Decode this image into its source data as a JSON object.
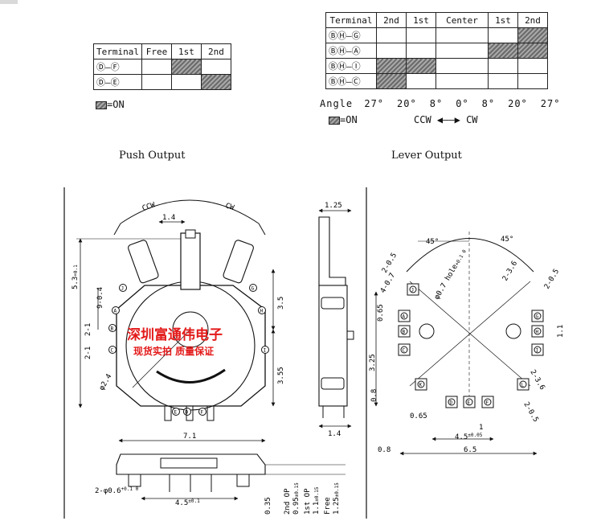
{
  "push_table": {
    "headers": [
      "Terminal",
      "Free",
      "1st",
      "2nd"
    ],
    "rows": [
      {
        "terminal": "Ⓓ—Ⓕ",
        "cells": [
          false,
          true,
          false
        ]
      },
      {
        "terminal": "Ⓓ—Ⓔ",
        "cells": [
          false,
          false,
          true
        ]
      }
    ],
    "legend": "=ON",
    "caption": "Push Output"
  },
  "lever_table": {
    "headers": [
      "Terminal",
      "2nd",
      "1st",
      "Center",
      "1st",
      "2nd"
    ],
    "rows": [
      {
        "terminal": "ⒷⒽ—Ⓖ",
        "cells": [
          false,
          false,
          false,
          false,
          true
        ]
      },
      {
        "terminal": "ⒷⒽ—Ⓐ",
        "cells": [
          false,
          false,
          false,
          true,
          true
        ]
      },
      {
        "terminal": "ⒷⒽ—Ⓘ",
        "cells": [
          true,
          true,
          false,
          false,
          false
        ]
      },
      {
        "terminal": "ⒷⒽ—Ⓒ",
        "cells": [
          true,
          false,
          false,
          false,
          false
        ]
      }
    ],
    "angle_label": "Angle",
    "angles": [
      "27°",
      "20°",
      "8°",
      "0°",
      "8°",
      "20°",
      "27°"
    ],
    "legend": "=ON",
    "ccw": "CCW",
    "cw": "CW",
    "caption": "Lever Output"
  },
  "watermark": {
    "line1": "深圳富通伟电子",
    "line2": "现货实拍  质量保证"
  },
  "front_view": {
    "ccw": "CCW",
    "cw": "CW",
    "dim_top": "1.4",
    "dim_height": "5.3",
    "dim_h_tol": "+0.1",
    "dim_9": "9-0.4",
    "dim_2_1a": "2-1",
    "dim_2_1b": "2-1",
    "dim_3_5": "3.5",
    "dim_3_55": "3.55",
    "dim_phi": "φ2.4",
    "dim_width": "7.1",
    "pins": [
      "J",
      "A",
      "B",
      "C",
      "G",
      "H",
      "I",
      "E",
      "D",
      "F"
    ]
  },
  "side_view": {
    "dim_top": "1.25",
    "dim_bottom": "1.4"
  },
  "bottom_view": {
    "dim_hole": "2-φ0.6",
    "dim_hole_tol": "+0.1 0",
    "dim_pitch": "4.5",
    "dim_pitch_tol": "±0.1",
    "v1": "0.35",
    "v2_label": "2nd OP",
    "v2": "0.95",
    "v2_tol": "±0.15",
    "v3_label": "1st OP",
    "v3": "1.1",
    "v3_tol": "±0.15",
    "v4_label": "Free",
    "v4": "1.25",
    "v4_tol": "±0.15"
  },
  "pcb_layout": {
    "angle_left": "45°",
    "angle_right": "45°",
    "d_2_0_5_tl": "2-0.5",
    "d_4_0_7": "4-0.7",
    "d_hole": "φ0.7 hole",
    "d_hole_tol": "+0.1 0",
    "d_2_3_tr": "2-3.6",
    "d_2_0_5_tr": "2-0.5",
    "d_0_65_l": "0.65",
    "d_1_1": "1.1",
    "d_3_25": "3.25",
    "d_2_3_br": "2-3.6",
    "d_0_8": "0.8",
    "d_2_0_5_br": "2-0.5",
    "d_0_65_b": "0.65",
    "d_1": "1",
    "d_4_5": "4.5",
    "d_4_5_tol": "±0.05",
    "d_0_8_b": "0.8",
    "d_6_5": "6.5",
    "pads": [
      "A",
      "B",
      "C",
      "J",
      "D",
      "E",
      "F",
      "G",
      "H",
      "I",
      "K",
      "L"
    ]
  }
}
